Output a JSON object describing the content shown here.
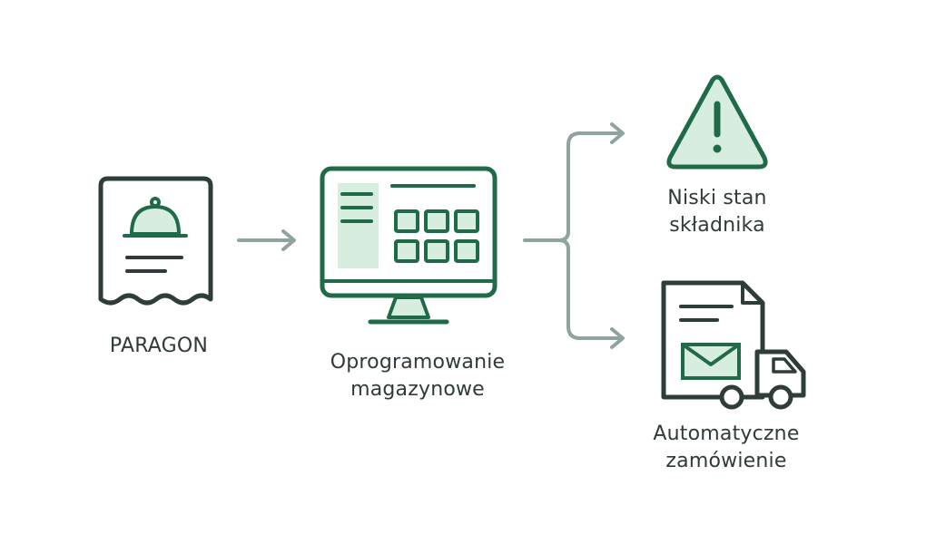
{
  "nodes": {
    "receipt": {
      "label": "PARAGON"
    },
    "software": {
      "label_line1": "Oprogramowanie",
      "label_line2": "magazynowe"
    },
    "low_stock": {
      "label_line1": "Niski stan",
      "label_line2": "składnika"
    },
    "auto_order": {
      "label_line1": "Automatyczne",
      "label_line2": "zamówienie"
    }
  },
  "icons": {
    "receipt": "receipt-icon",
    "monitor": "monitor-icon",
    "warning": "warning-icon",
    "order": "order-delivery-icon"
  },
  "colors": {
    "stroke": "#2f3d39",
    "green_dark": "#1f6b48",
    "green_fill": "#d7ede0",
    "arrow": "#8fa3a0"
  }
}
